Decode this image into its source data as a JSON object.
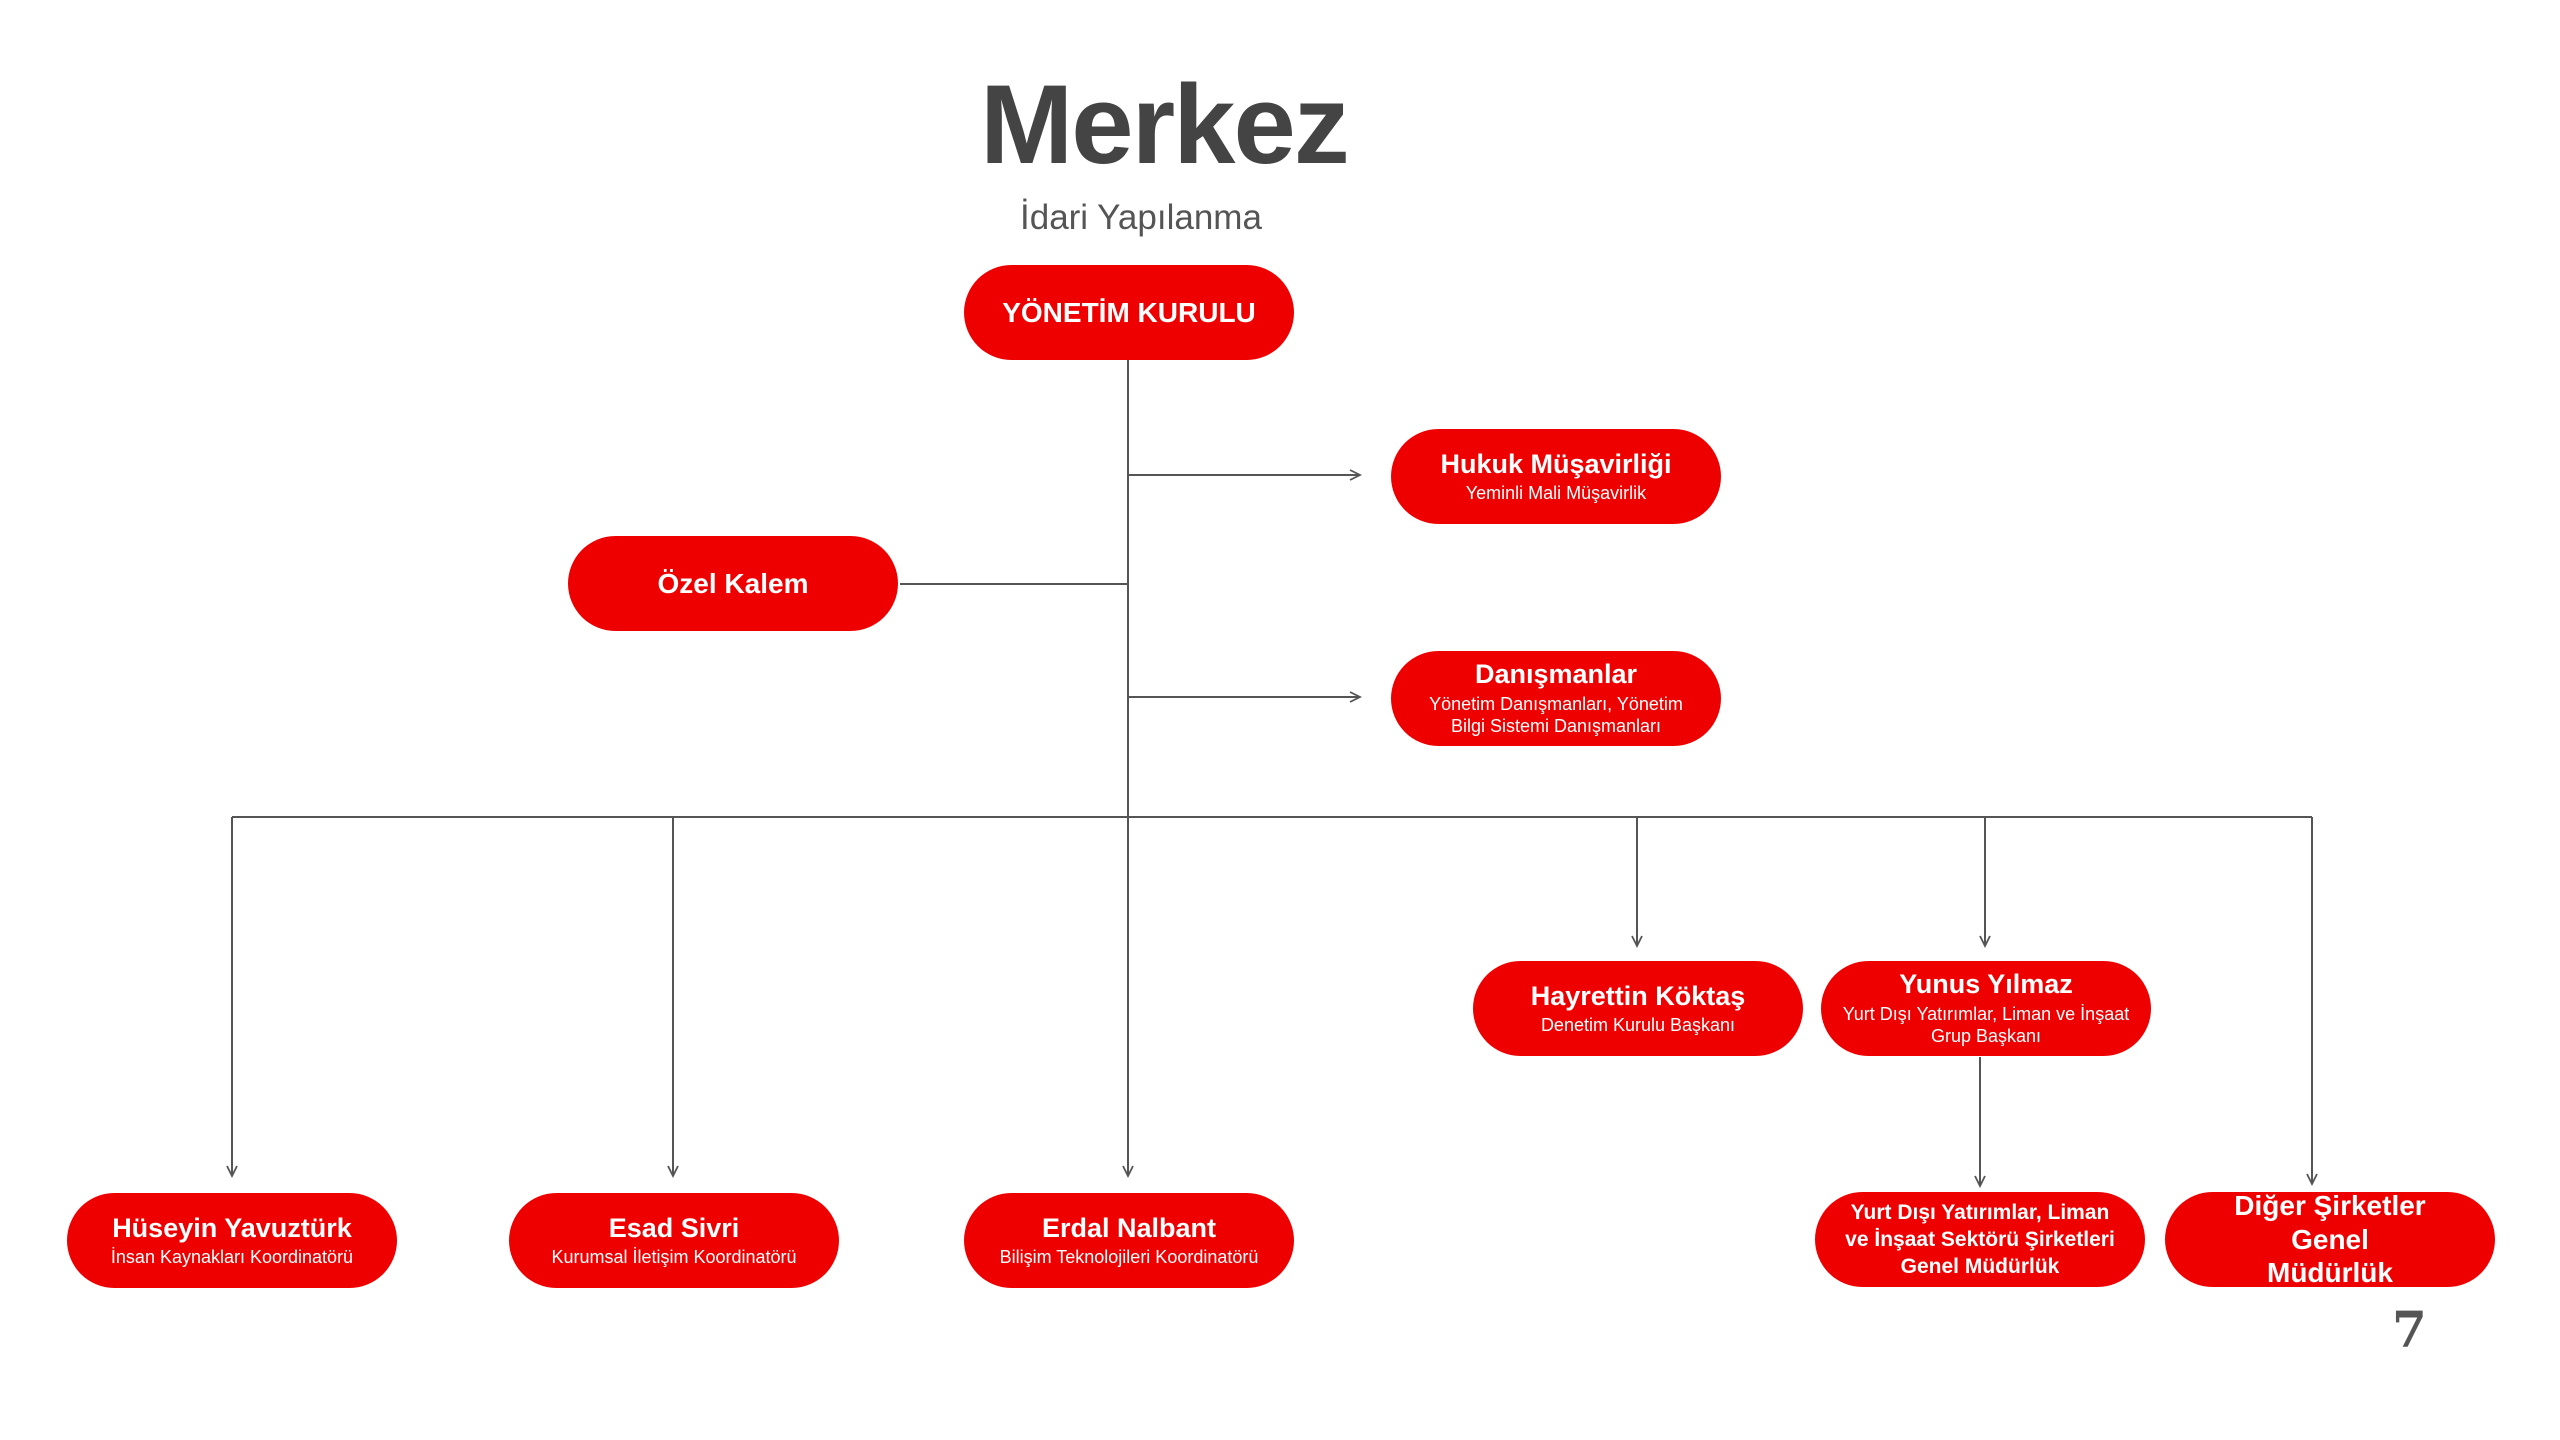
{
  "header": {
    "title": "Merkez",
    "subtitle": "İdari Yapılanma"
  },
  "nodes": {
    "board": {
      "name": "YÖNETİM KURULU"
    },
    "legal": {
      "name": "Hukuk Müşavirliği",
      "role": "Yeminli Mali Müşavirlik"
    },
    "private_office": {
      "name": "Özel Kalem"
    },
    "advisors": {
      "name": "Danışmanlar",
      "role": "Yönetim Danışmanları, Yönetim Bilgi Sistemi Danışmanları"
    },
    "audit": {
      "name": "Hayrettin Köktaş",
      "role": "Denetim Kurulu Başkanı"
    },
    "overseas": {
      "name": "Yunus Yılmaz",
      "role": "Yurt Dışı Yatırımlar, Liman ve İnşaat Grup Başkanı"
    },
    "hr": {
      "name": "Hüseyin Yavuztürk",
      "role": "İnsan Kaynakları Koordinatörü"
    },
    "comms": {
      "name": "Esad Sivri",
      "role": "Kurumsal İletişim Koordinatörü"
    },
    "it": {
      "name": "Erdal Nalbant",
      "role": "Bilişim Teknolojileri Koordinatörü"
    },
    "overseas_gm": {
      "name": "Yurt Dışı Yatırımlar, Liman ve İnşaat Sektörü Şirketleri Genel Müdürlük"
    },
    "other_gm": {
      "name": "Diğer Şirketler Genel Müdürlük"
    }
  },
  "footer": {
    "page_number": "7"
  },
  "colors": {
    "node_fill": "#ee0000",
    "node_text": "#ffffff",
    "connector": "#555555",
    "title": "#444444"
  }
}
